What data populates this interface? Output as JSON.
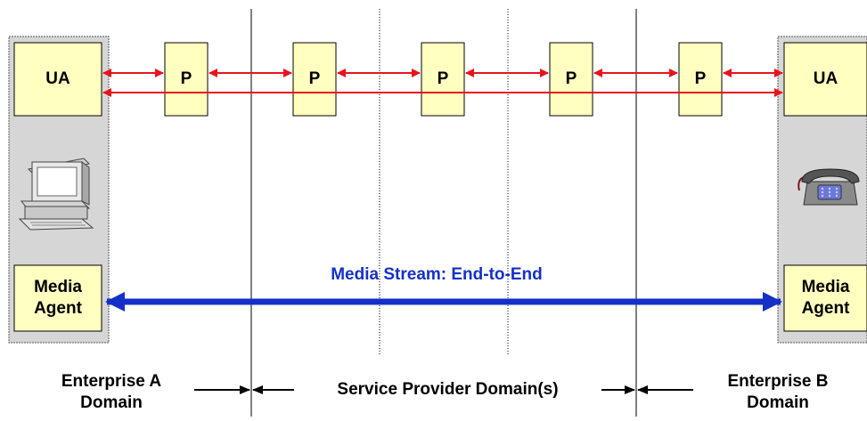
{
  "endpoints": {
    "left": {
      "ua_label": "UA",
      "media_label_line1": "Media",
      "media_label_line2": "Agent",
      "device": "computer-icon"
    },
    "right": {
      "ua_label": "UA",
      "media_label_line1": "Media",
      "media_label_line2": "Agent",
      "device": "telephone-icon"
    }
  },
  "proxies": [
    {
      "label": "P"
    },
    {
      "label": "P"
    },
    {
      "label": "P"
    },
    {
      "label": "P"
    },
    {
      "label": "P"
    }
  ],
  "media_stream": {
    "label": "Media Stream: End-to-End"
  },
  "domains": {
    "enterprise_a_line1": "Enterprise A",
    "enterprise_a_line2": "Domain",
    "service_provider": "Service Provider Domain(s)",
    "enterprise_b_line1": "Enterprise B",
    "enterprise_b_line2": "Domain"
  },
  "colors": {
    "signaling": "#e8141b",
    "media": "#1530c8",
    "box_fill": "#ffffc0",
    "panel_fill": "#d6d6d6"
  }
}
